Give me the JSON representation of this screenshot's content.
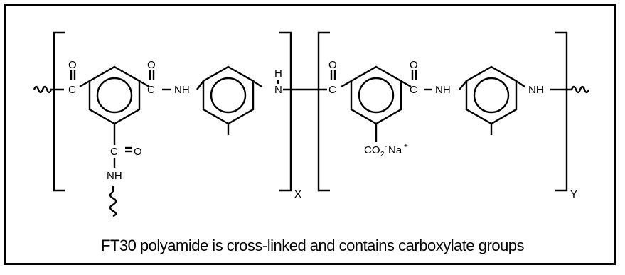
{
  "diagram": {
    "labels": {
      "o": "O",
      "c": "C",
      "nh": "NH",
      "h": "H",
      "n": "N",
      "c_eq_o": "C=O",
      "co2": "CO",
      "co2_sub": "2",
      "na": "Na",
      "na_sup": "+",
      "minus": "-",
      "x": "X",
      "y": "Y"
    },
    "caption": "FT30 polyamide is cross-linked and contains carboxylate groups"
  }
}
